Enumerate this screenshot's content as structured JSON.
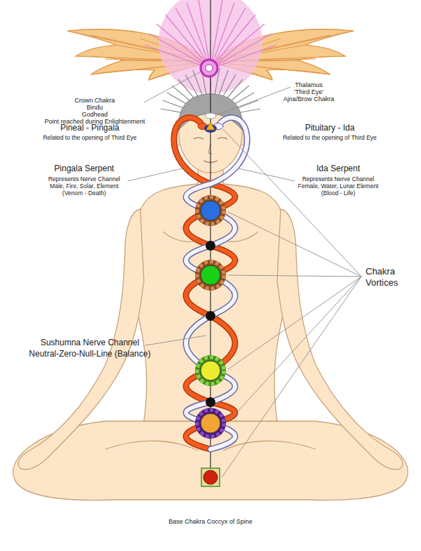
{
  "diagram": {
    "labels": [
      "Crown Chakra",
      "Bindu",
      "Godhead",
      "Point reached during Enlightenment",
      "Thalamus",
      "'Third Eye'",
      "Ajna/Brow Chakra",
      "Pineal - Pingala",
      "Related to the opening of Third Eye",
      "Pituitary - Ida",
      "Related to the opening of Third Eye",
      "Pingala Serpent",
      "Represents Nerve Channel",
      "Male, Fire, Solar, Element",
      "(Venom - Death)",
      "Ida Serpent",
      "Represents Nerve Channel",
      "Female, Water, Lunar Element",
      "(Blood - Life)",
      "Chakra",
      "Vortices",
      "Sushumna Nerve Channel",
      "Neutral-Zero-Null-Line (Balance)",
      "Base Chakra Coccyx of Spine"
    ]
  }
}
